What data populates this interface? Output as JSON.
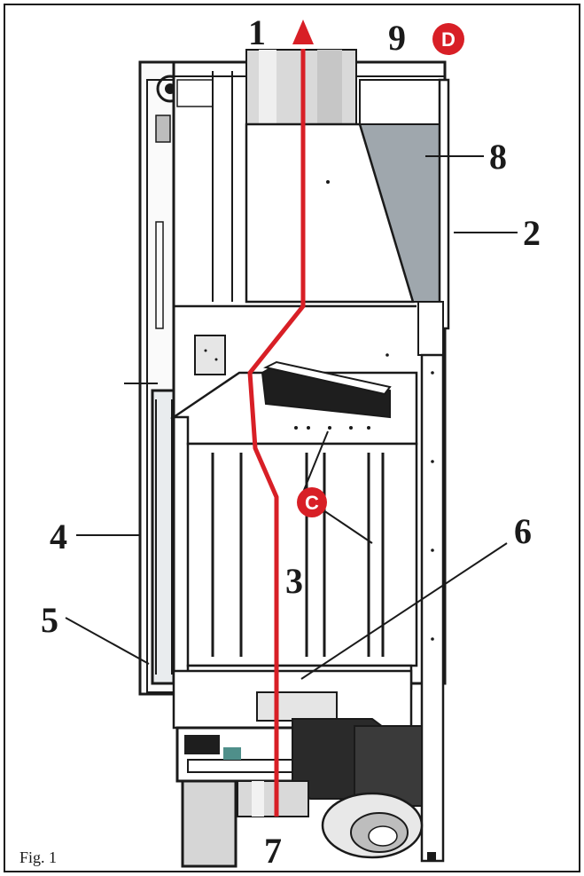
{
  "figure": {
    "caption": "Fig. 1",
    "callouts": [
      {
        "id": "1",
        "label": "1"
      },
      {
        "id": "2",
        "label": "2"
      },
      {
        "id": "3",
        "label": "3"
      },
      {
        "id": "4",
        "label": "4"
      },
      {
        "id": "5",
        "label": "5"
      },
      {
        "id": "6",
        "label": "6"
      },
      {
        "id": "7",
        "label": "7"
      },
      {
        "id": "8",
        "label": "8"
      },
      {
        "id": "9",
        "label": "9"
      }
    ],
    "badges": [
      {
        "id": "D",
        "label": "D"
      },
      {
        "id": "C",
        "label": "C"
      }
    ]
  },
  "colors": {
    "outline": "#1a1a1a",
    "flow_arrow": "#d81f26",
    "badge": "#d81f26",
    "panel_grey": "#9fa7ad",
    "glass": "#e9ecee",
    "insulation": "#d6d6d6"
  }
}
